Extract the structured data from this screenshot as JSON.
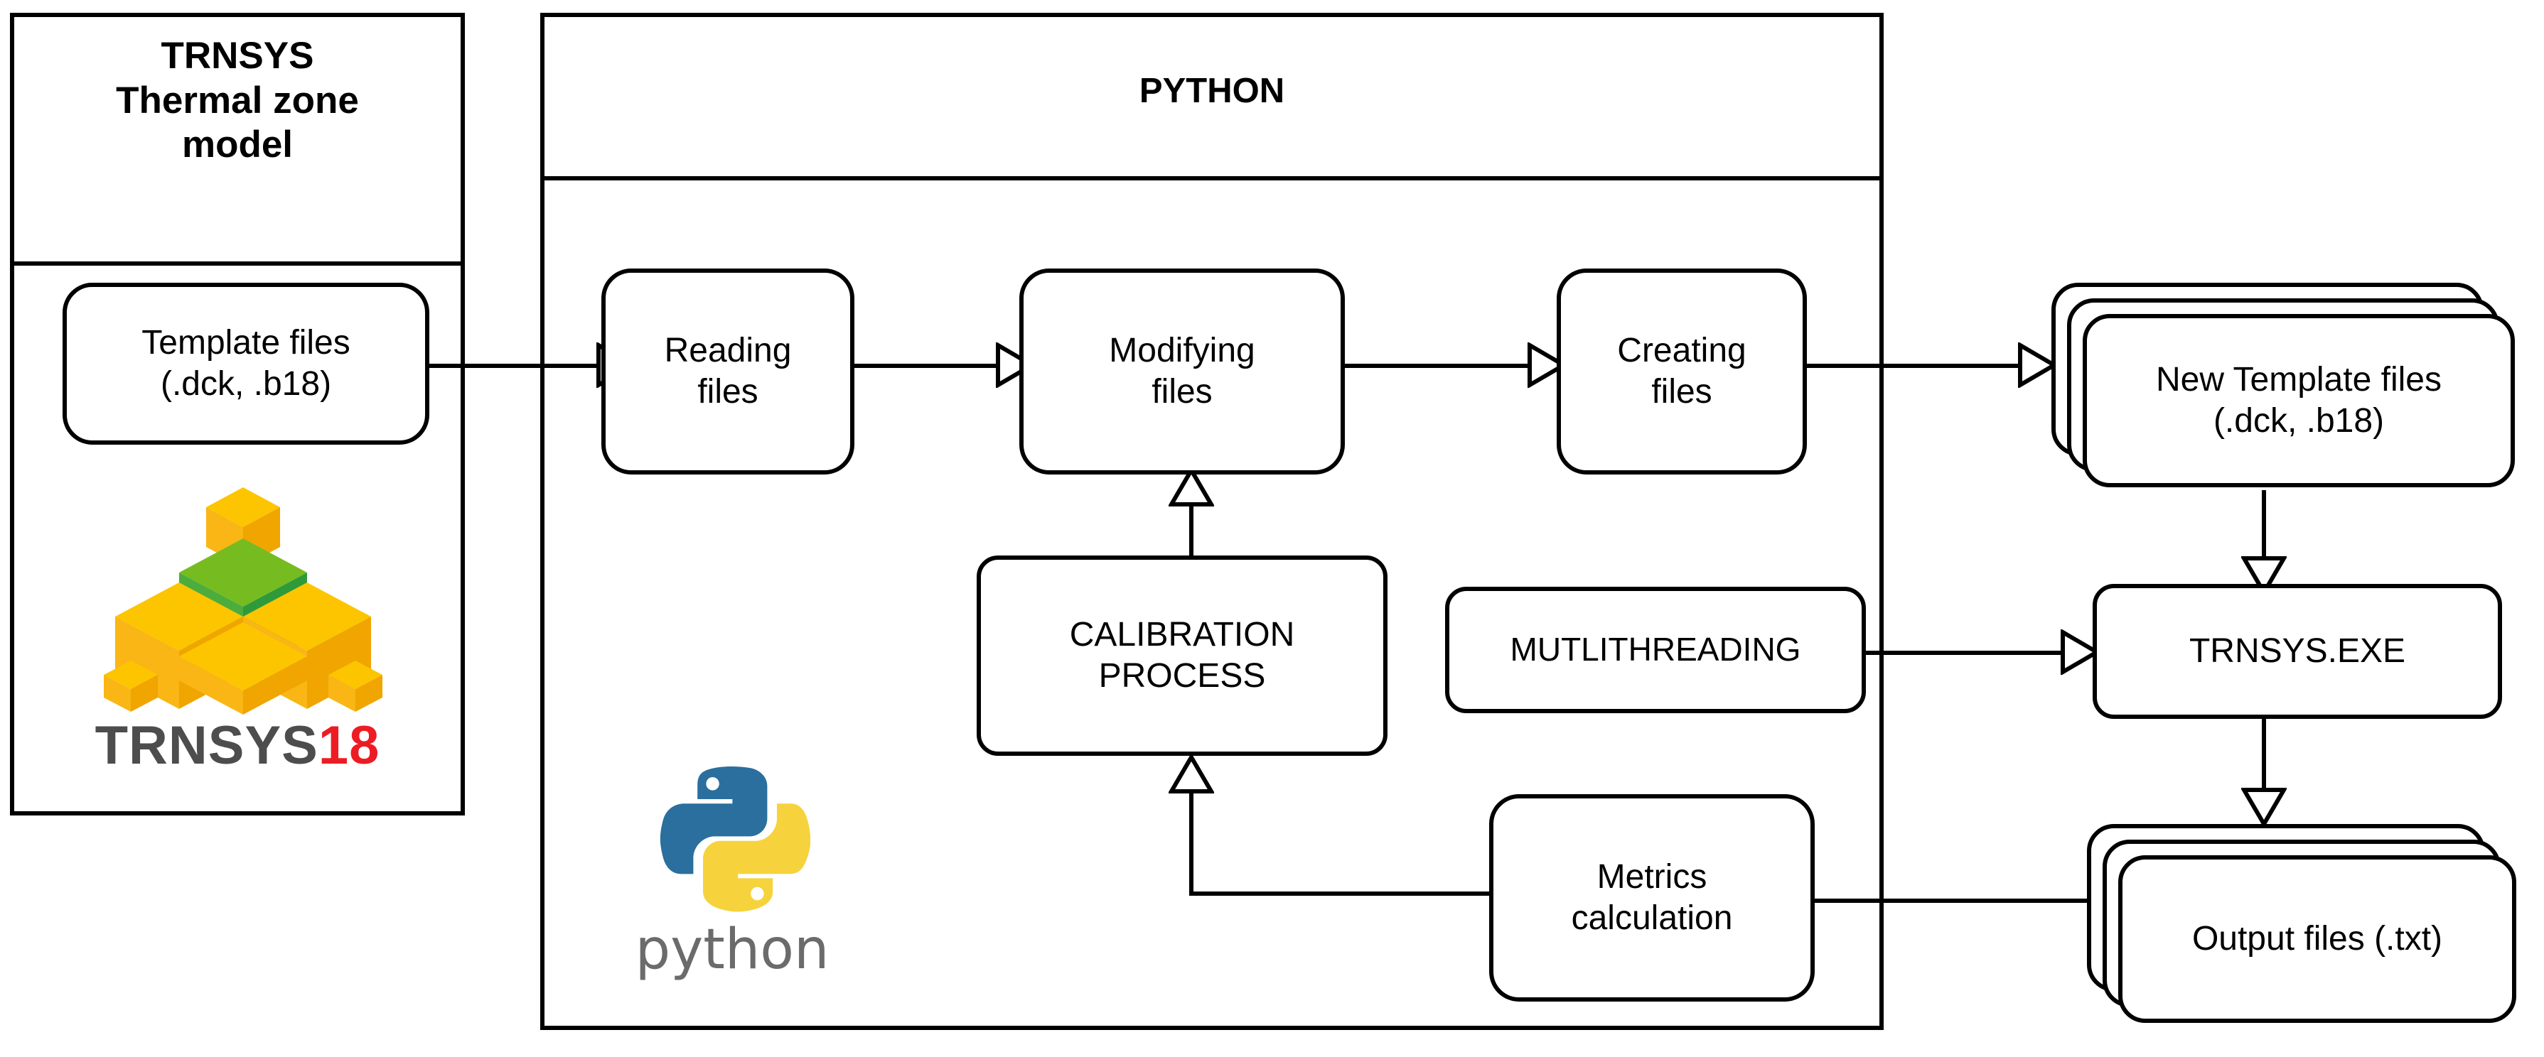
{
  "diagram": {
    "title": "TRNSYS-Python calibration workflow",
    "colors": {
      "stroke": "#000000",
      "background": "#ffffff",
      "trnsys_wordmark_gray": "#4d4d4d",
      "trnsys_wordmark_red": "#ed1c24",
      "trnsys_cube_yellow": "#fcc200",
      "trnsys_cube_orange": "#f5a623",
      "trnsys_cube_green": "#4caf3f",
      "python_blue": "#2a6f9e",
      "python_yellow": "#f6d33c",
      "python_text_gray": "#6b6b6b"
    }
  },
  "trnsys_panel": {
    "title": "TRNSYS\nThermal zone\nmodel",
    "template_files": "Template files\n(.dck, .b18)",
    "logo": {
      "wordmark_main": "TRNSYS",
      "wordmark_version": "18",
      "icon_name": "trnsys-cubes-logo"
    }
  },
  "python_panel": {
    "title": "PYTHON",
    "nodes": {
      "reading_files": "Reading\nfiles",
      "modifying_files": "Modifying\nfiles",
      "creating_files": "Creating\nfiles",
      "calibration_process": "CALIBRATION\nPROCESS",
      "multithreading": "MUTLITHREADING",
      "metrics_calculation": "Metrics\ncalculation"
    },
    "logo": {
      "wordmark": "python",
      "icon_name": "python-snakes-logo"
    }
  },
  "output_panel": {
    "new_template_files": "New Template files\n(.dck, .b18)",
    "trnsys_exe": "TRNSYS.EXE",
    "output_files": "Output files (.txt)"
  },
  "flows": [
    {
      "from": "template_files",
      "to": "reading_files",
      "name": "template-to-reading"
    },
    {
      "from": "reading_files",
      "to": "modifying_files",
      "name": "reading-to-modifying"
    },
    {
      "from": "modifying_files",
      "to": "creating_files",
      "name": "modifying-to-creating"
    },
    {
      "from": "creating_files",
      "to": "new_template_files",
      "name": "creating-to-new-template"
    },
    {
      "from": "calibration_process",
      "to": "modifying_files",
      "name": "calibration-to-modifying"
    },
    {
      "from": "metrics_calculation",
      "to": "calibration_process",
      "name": "metrics-to-calibration"
    },
    {
      "from": "new_template_files",
      "to": "trnsys_exe",
      "name": "new-template-to-exe"
    },
    {
      "from": "multithreading",
      "to": "trnsys_exe",
      "name": "multithreading-to-exe"
    },
    {
      "from": "trnsys_exe",
      "to": "output_files",
      "name": "exe-to-output"
    },
    {
      "from": "output_files",
      "to": "metrics_calculation",
      "name": "output-to-metrics"
    }
  ]
}
